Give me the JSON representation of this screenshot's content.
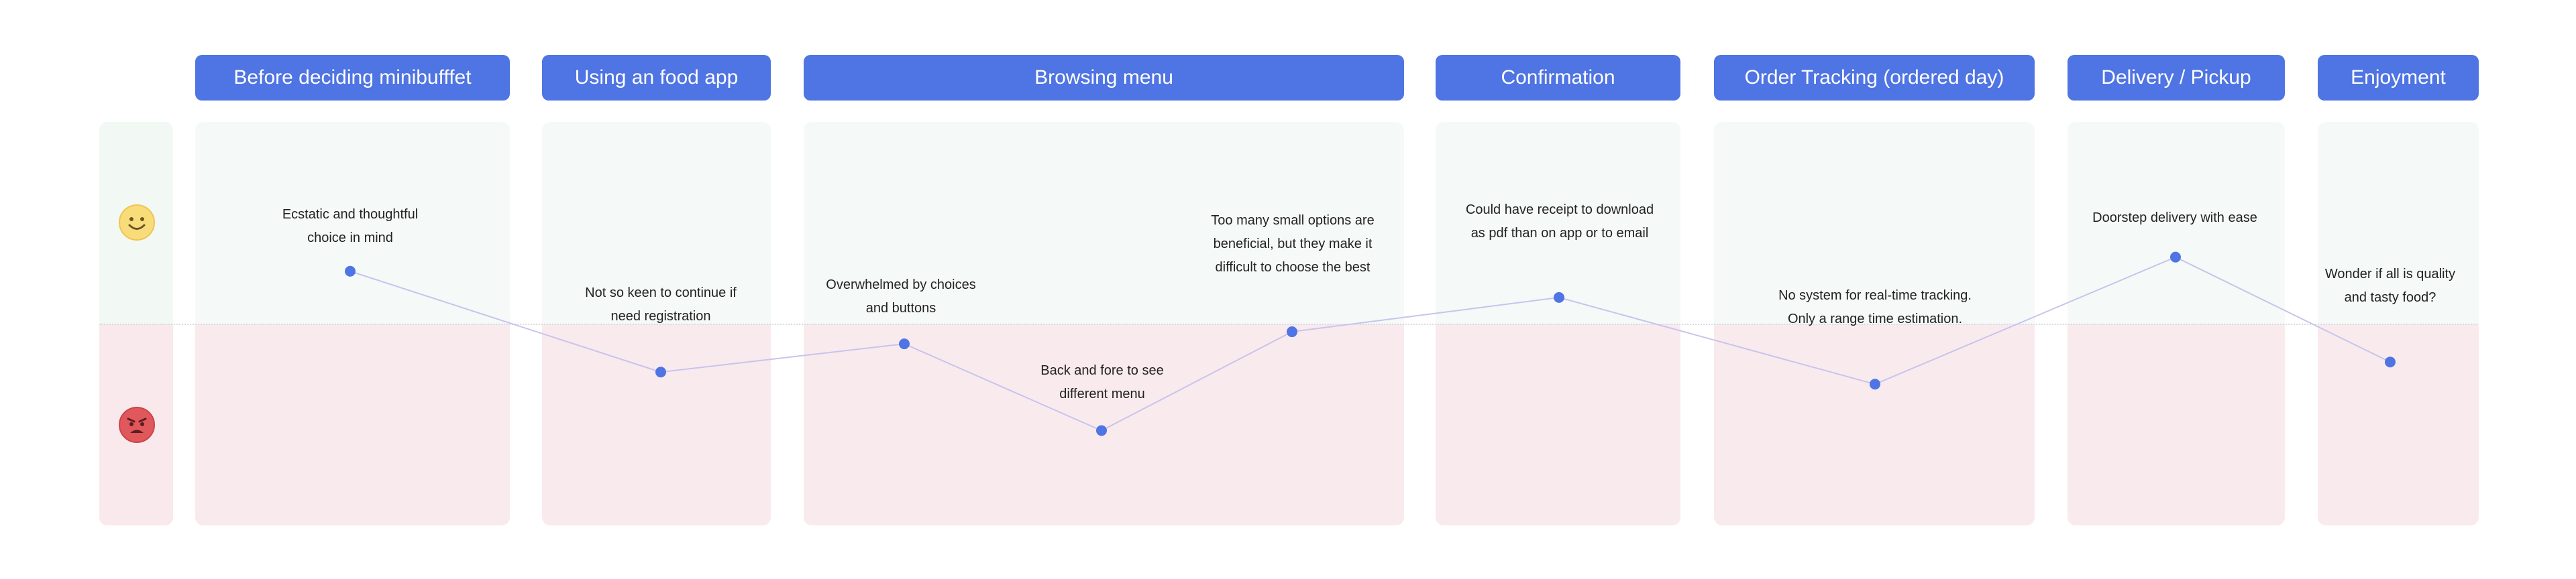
{
  "stages": [
    {
      "label": "Before deciding minibufffet"
    },
    {
      "label": "Using an food app"
    },
    {
      "label": "Browsing menu"
    },
    {
      "label": "Confirmation"
    },
    {
      "label": "Order Tracking (ordered day)"
    },
    {
      "label": "Delivery / Pickup"
    },
    {
      "label": "Enjoyment"
    }
  ],
  "legend": {
    "positive_icon": "smiley-face-icon",
    "negative_icon": "angry-face-icon"
  },
  "colors": {
    "header": "#4f74e3",
    "positive_zone": "#f5f9f8",
    "negative_zone": "#f9eaee",
    "point": "#4f74e3",
    "line": "#c8c4ec"
  },
  "chart_data": {
    "type": "line",
    "scale": "emotion from positive (1) to negative (-1)",
    "points": [
      {
        "stage": "Before deciding minibufffet",
        "y": 0.26,
        "text": "Ecstatic and thoughtful choice in mind"
      },
      {
        "stage": "Using an food app",
        "y": -0.24,
        "text": "Not so keen to continue if need registration"
      },
      {
        "stage": "Browsing menu",
        "y": -0.1,
        "text": "Overwhelmed by choices and buttons"
      },
      {
        "stage": "Browsing menu",
        "y": -0.53,
        "text": "Back and fore to see different menu"
      },
      {
        "stage": "Browsing menu",
        "y": -0.04,
        "text": "Too many small options are beneficial, but they make it difficult to choose the best"
      },
      {
        "stage": "Confirmation",
        "y": 0.13,
        "text": "Could have receipt  to download as pdf than on app or to email"
      },
      {
        "stage": "Order Tracking (ordered day)",
        "y": -0.3,
        "text": "No system for real-time tracking. Only a range time estimation."
      },
      {
        "stage": "Delivery / Pickup",
        "y": 0.33,
        "text": "Doorstep delivery with ease"
      },
      {
        "stage": "Enjoyment",
        "y": -0.19,
        "text": "Wonder if all is quality and tasty food?"
      }
    ]
  }
}
